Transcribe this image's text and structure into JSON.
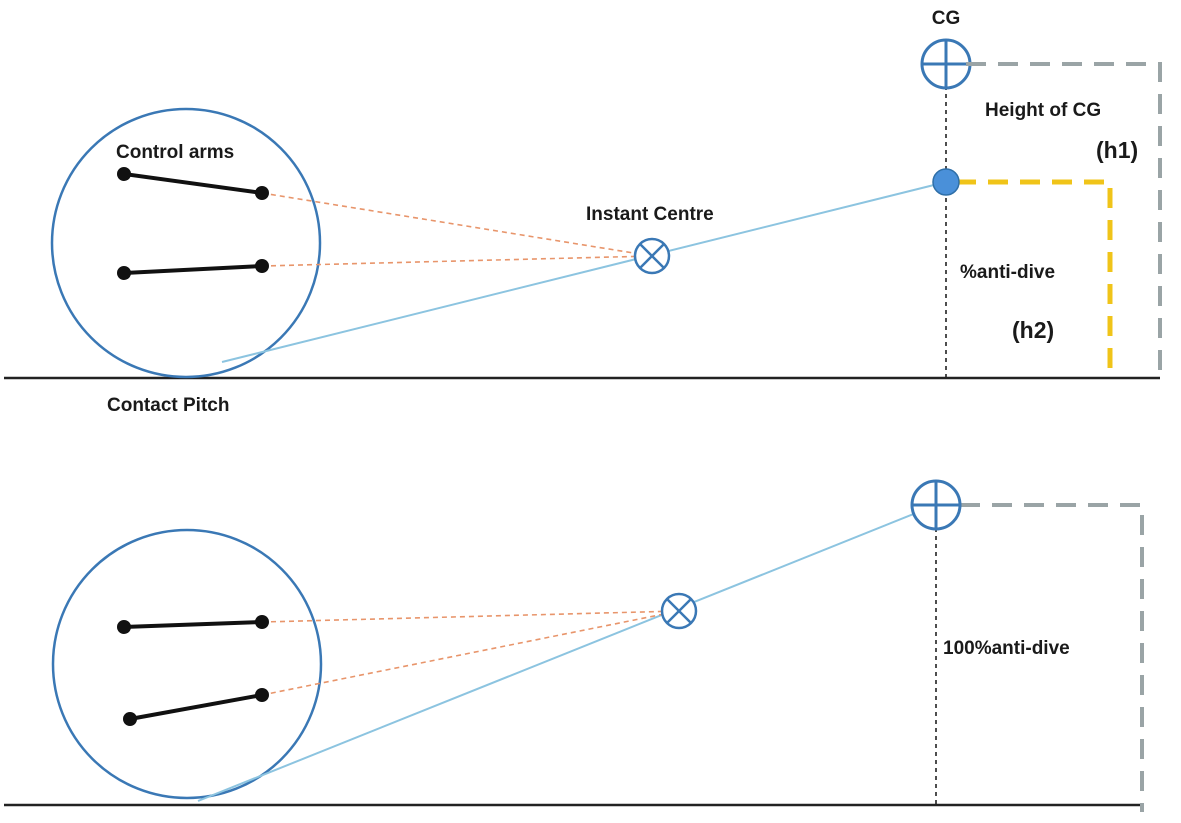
{
  "top_panel": {
    "labels": {
      "cg": "CG",
      "height_of_cg": "Height of CG",
      "h1": "(h1)",
      "control_arms": "Control arms",
      "instant_centre": "Instant Centre",
      "anti_dive": "%anti-dive",
      "h2": "(h2)",
      "contact_pitch": "Contact Pitch"
    }
  },
  "bottom_panel": {
    "labels": {
      "anti_dive_full": "100%anti-dive"
    }
  },
  "colors": {
    "wheel": "#3a78b5",
    "line_of_action": "#8cc4e0",
    "control_arm_projection": "#e8956b",
    "control_arm": "#111111",
    "ground": "#222222",
    "height_bracket": "#9aa4a6",
    "anti_dive_bracket": "#f0c419",
    "pitch_point": "#4a90d9"
  }
}
